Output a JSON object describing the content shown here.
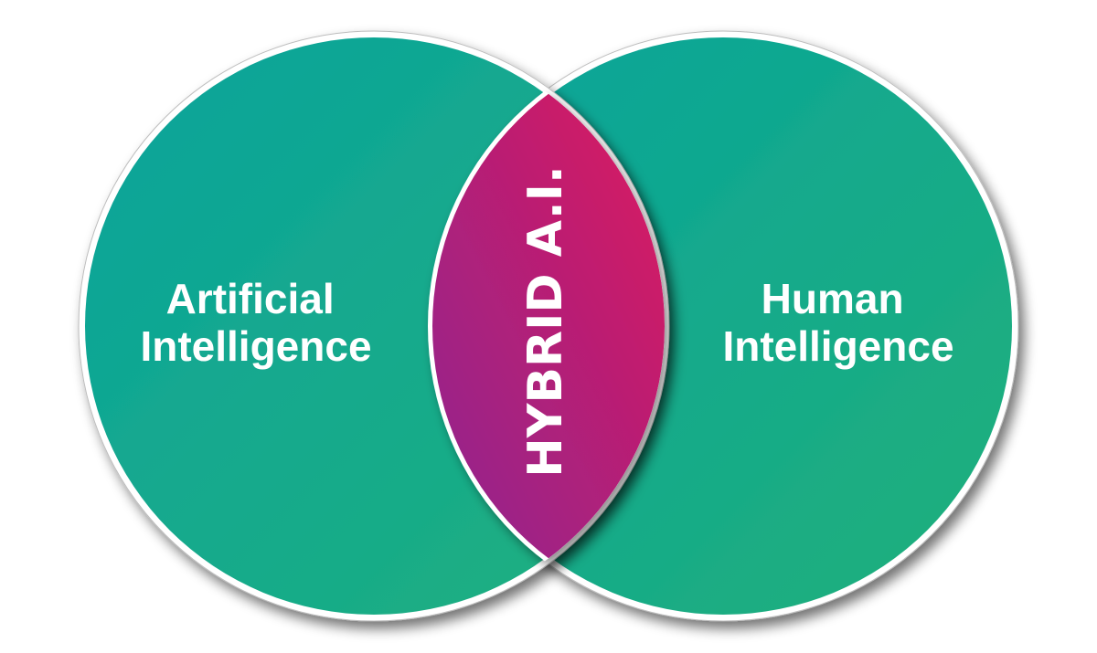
{
  "diagram": {
    "type": "venn",
    "sets": [
      {
        "id": "artificial-intelligence",
        "label_lines": [
          "Artificial",
          "Intelligence"
        ],
        "color_start": "#0aa39c",
        "color_end": "#1fb07e"
      },
      {
        "id": "human-intelligence",
        "label_lines": [
          "Human",
          "Intelligence"
        ],
        "color_start": "#0aa39c",
        "color_end": "#1fb07e"
      }
    ],
    "intersection": {
      "label": "HYBRID A.I.",
      "color_start": "#8e2391",
      "color_end": "#d91c62"
    },
    "border_color": "#ffffff"
  }
}
